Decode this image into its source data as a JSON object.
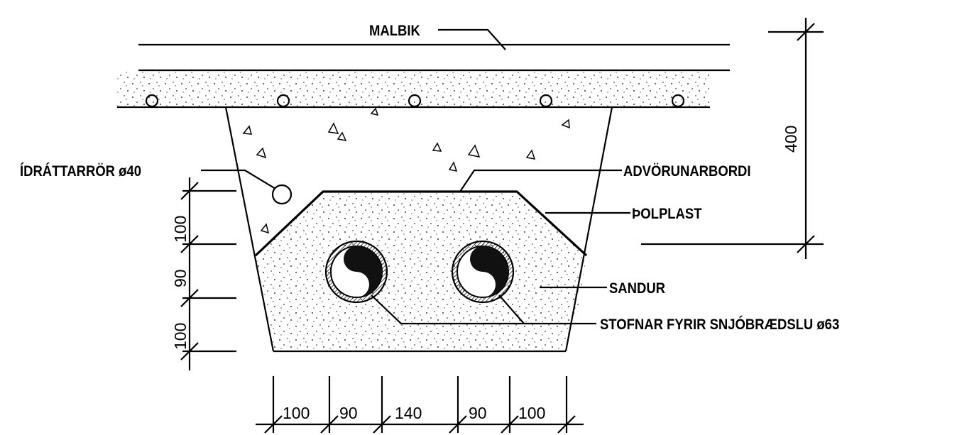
{
  "labels": {
    "malbik": "MALBIK",
    "idrattarror": "ÍDRÁTTARRÖR ø40",
    "advorunarbordi": "ADVÖRUNARBORDI",
    "polplast": "ÞOLPLAST",
    "sandur": "SANDUR",
    "stofnar": "STOFNAR FYRIR SNJÓBRÆDSLU ø63"
  },
  "dimensions": {
    "total_height": "400",
    "left": [
      "100",
      "90",
      "100"
    ],
    "bottom": [
      "100",
      "90",
      "140",
      "90",
      "100"
    ]
  }
}
